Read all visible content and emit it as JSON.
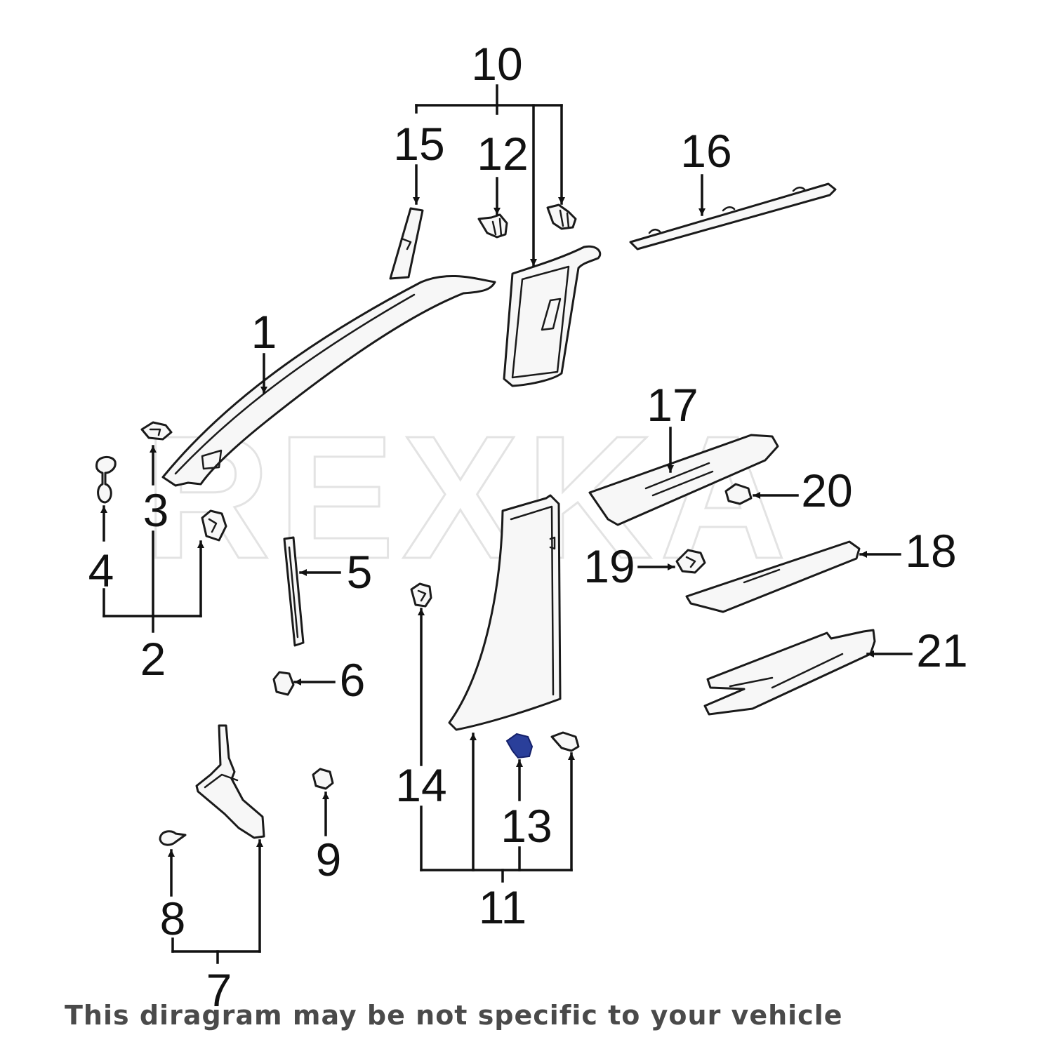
{
  "watermark": "REXKA",
  "footer_note": "This diragram may be not specific to your vehicle",
  "highlight_color": "#2a3f9a",
  "callouts": {
    "c1": "1",
    "c2": "2",
    "c3": "3",
    "c4": "4",
    "c5": "5",
    "c6": "6",
    "c7": "7",
    "c8": "8",
    "c9": "9",
    "c10": "10",
    "c11": "11",
    "c12": "12",
    "c13": "13",
    "c14": "14",
    "c15": "15",
    "c16": "16",
    "c17": "17",
    "c18": "18",
    "c19": "19",
    "c20": "20",
    "c21": "21"
  },
  "highlighted_part": "13"
}
